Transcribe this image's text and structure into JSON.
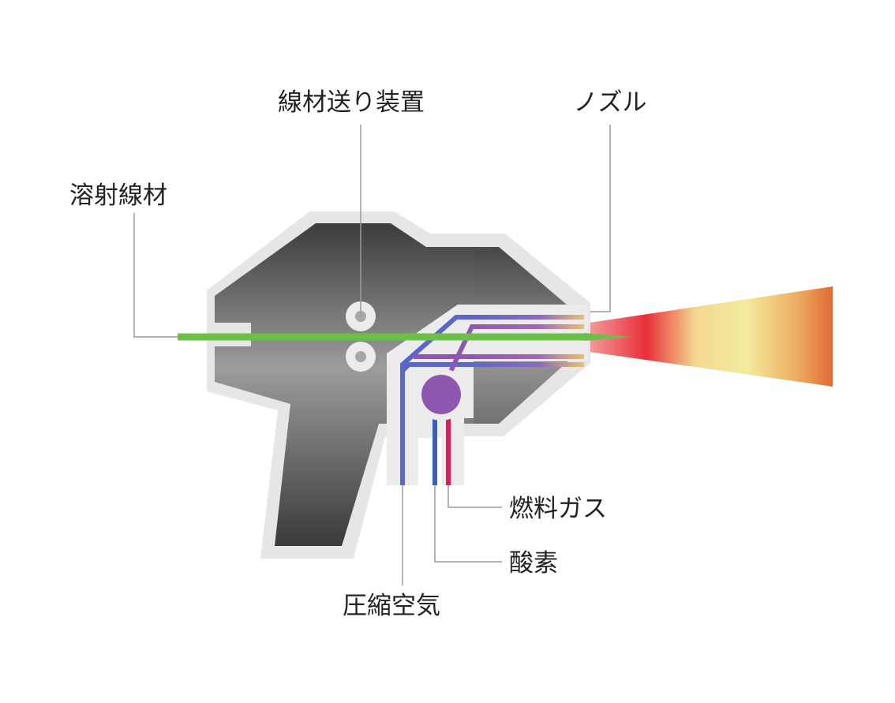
{
  "labels": {
    "wire_feeder": "線材送り装置",
    "nozzle": "ノズル",
    "spray_wire": "溶射線材",
    "fuel_gas": "燃料ガス",
    "oxygen": "酸素",
    "compressed_air": "圧縮空気"
  },
  "colors": {
    "body_outline": "#e6e6e6",
    "body_dark": "#3c3c3c",
    "body_light": "#9a9a9a",
    "wire": "#6cc04a",
    "air_channel": "#5a66c8",
    "oxygen_channel": "#3a5fb8",
    "fuel_channel": "#d81e5b",
    "mixing_chamber": "#8e57b0",
    "flame_hot": "#e8303a",
    "flame_mid": "#f2e89a",
    "flame_tip": "#e06a35",
    "leader": "#9a9a9a",
    "text": "#222222"
  }
}
